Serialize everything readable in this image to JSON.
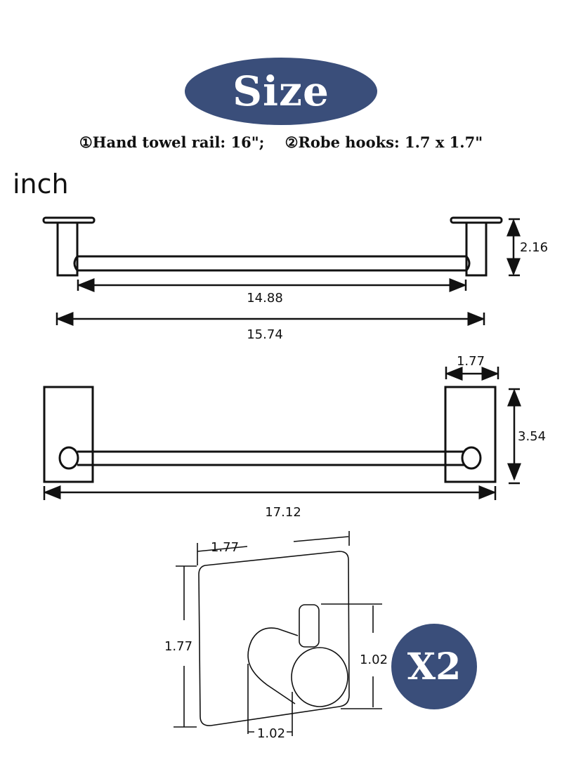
{
  "header": {
    "title": "Size",
    "subtitle": "①Hand towel rail: 16\";    ②Robe hooks: 1.7 x 1.7\"",
    "unit_label": "inch"
  },
  "side_view": {
    "inner_length": "14.88",
    "overall_length": "15.74",
    "depth": "2.16"
  },
  "front_view": {
    "bracket_width": "1.77",
    "bracket_height": "3.54",
    "overall_width": "17.12"
  },
  "hook": {
    "plate_width": "1.77",
    "plate_height": "1.77",
    "hook_height": "1.02",
    "hook_depth": "1.02",
    "quantity_badge": "X2"
  },
  "colors": {
    "accent": "#3a4e7a",
    "line": "#111111",
    "background": "#ffffff"
  }
}
